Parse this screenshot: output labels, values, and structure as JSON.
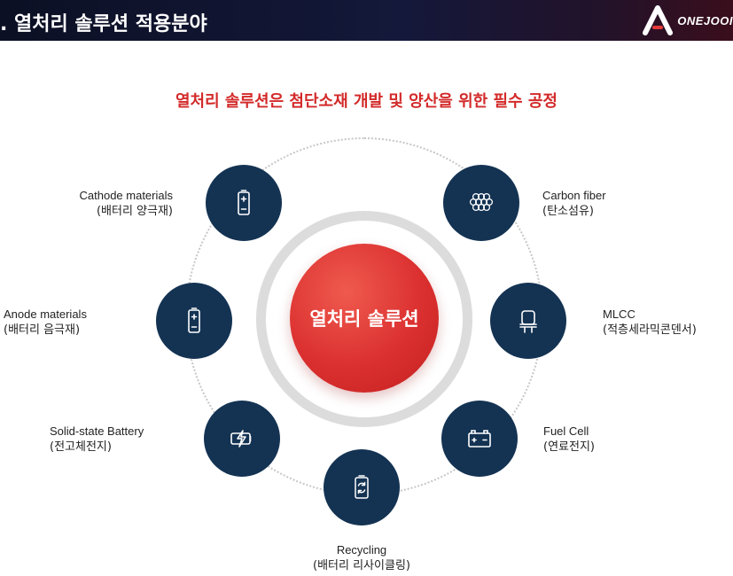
{
  "header": {
    "title": ". 열처리 솔루션 적용분야",
    "brand_name": "ONEJOOI"
  },
  "subtitle": "열처리 솔루션은 첨단소재 개발 및 양산을 위한 필수 공정",
  "center_label": "열처리 솔루션",
  "applications": {
    "cathode": {
      "en": "Cathode materials",
      "ko": "(배터리 양극재)",
      "icon": "battery-plus-icon"
    },
    "carbon": {
      "en": "Carbon fiber",
      "ko": "(탄소섬유)",
      "icon": "hexagon-grid-icon"
    },
    "anode": {
      "en": "Anode materials",
      "ko": "(배터리 음극재)",
      "icon": "battery-minus-icon"
    },
    "mlcc": {
      "en": "MLCC",
      "ko": "(적층세라믹콘덴서)",
      "icon": "capacitor-icon"
    },
    "solid": {
      "en": "Solid-state Battery",
      "ko": "(전고체전지)",
      "icon": "battery-charging-icon"
    },
    "fuel": {
      "en": "Fuel Cell",
      "ko": "(연료전지)",
      "icon": "car-battery-icon"
    },
    "recycling": {
      "en": "Recycling",
      "ko": "(배터리 리사이클링)",
      "icon": "battery-recycle-icon"
    }
  },
  "colors": {
    "node_fill": "#143353",
    "accent_red": "#d32a2a",
    "orbit_gray": "#c7c7c7"
  }
}
